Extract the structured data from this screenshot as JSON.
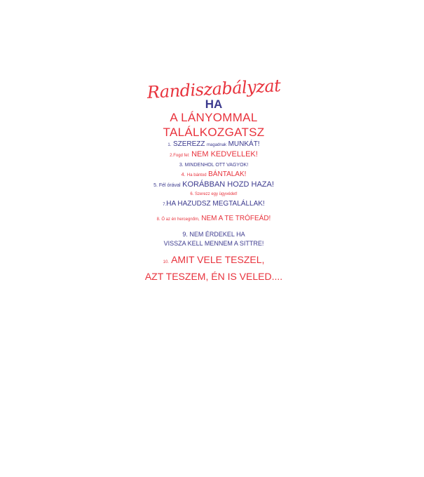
{
  "title": "Randiszabályzat",
  "heading": {
    "line1": "HA",
    "line2": "A LÁNYOMMAL",
    "line3": "TALÁLKOZGATSZ"
  },
  "rules": {
    "r1": {
      "num": "1.",
      "a": "SZEREZZ",
      "b": "magadnak",
      "c": "MUNKÁT!"
    },
    "r2": {
      "num": "2.",
      "a": "Fogd fel:",
      "b": "NEM KEDVELLEK!"
    },
    "r3": {
      "text": "3. MINDENHOL OTT VAGYOK!"
    },
    "r4": {
      "num": "4.",
      "a": "Ha bántod",
      "b": "BÁNTALAK!"
    },
    "r5": {
      "a": "5. Fél órával",
      "b": "KORÁBBAN HOZD HAZA!"
    },
    "r6": {
      "text": "6. Szerezz egy ügyvédet!"
    },
    "r7": {
      "num": "7.",
      "a": "HA HAZUDSZ MEGTALÁLLAK!"
    },
    "r8": {
      "a": "8. Ő az én hercegnőm,",
      "b": "NEM A TE TRÓFEÁD!"
    },
    "r9": {
      "line1": "9. NEM ÉRDEKEL HA",
      "line2": "VISSZA KELL MENNEM A SITTRE!"
    },
    "r10": {
      "num": "10.",
      "line1": "AMIT VELE TESZEL,",
      "line2": "AZT TESZEM, ÉN IS VELED...."
    }
  },
  "colors": {
    "red": "#e8323c",
    "blue": "#3c3a8e"
  }
}
